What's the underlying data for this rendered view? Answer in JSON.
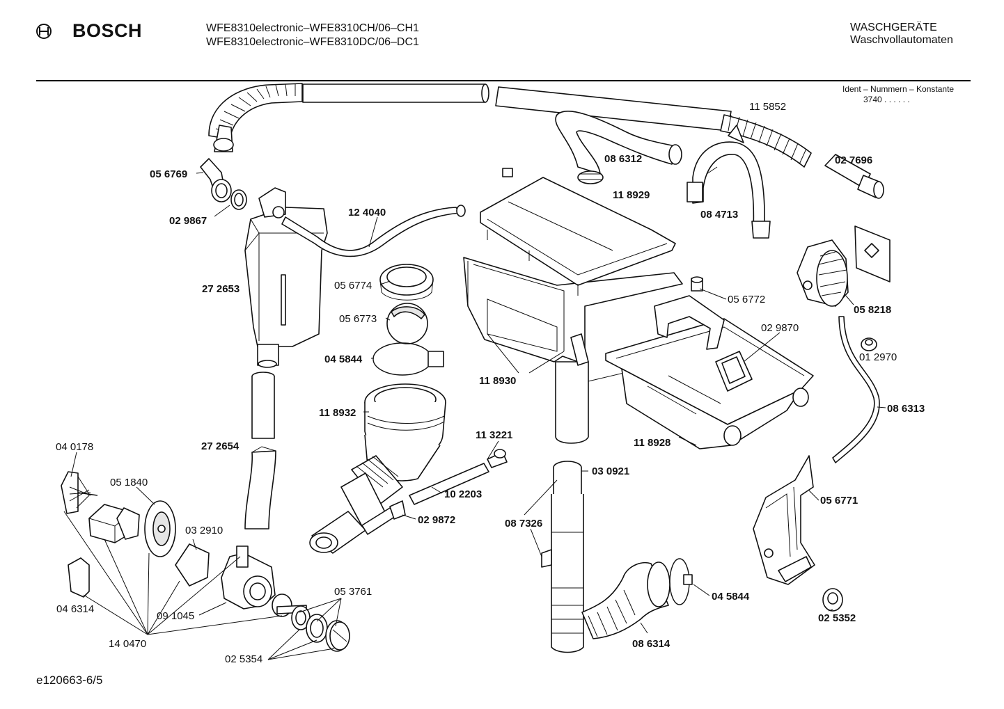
{
  "header": {
    "brand": "BOSCH",
    "model_line_1": "WFE8310electronic–WFE8310CH/06–CH1",
    "model_line_2": "WFE8310electronic–WFE8310DC/06–DC1",
    "category_line_1": "WASCHGERÄTE",
    "category_line_2": "Waschvollautomaten",
    "ident_label": "Ident – Nummern – Konstante",
    "ident_value": "3740 . . . . . ."
  },
  "footer": {
    "doc_id": "e120663-6/5"
  },
  "part_labels": [
    "11 5852",
    "02 7696",
    "08 6312",
    "08 4713",
    "11 8929",
    "05 6769",
    "02 9867",
    "12 4040",
    "27 2653",
    "05 6774",
    "05 6773",
    "04 5844",
    "11 8932",
    "11 8930",
    "05 6772",
    "02 9870",
    "05 8218",
    "01 2970",
    "08 6313",
    "11 8928",
    "27 2654",
    "11 3221",
    "10 2203",
    "02 9872",
    "03 0921",
    "08 7326",
    "05 6771",
    "04 0178",
    "05 1840",
    "03 2910",
    "04 6314",
    "09 1045",
    "05 3761",
    "14 0470",
    "02 5354",
    "04 5844",
    "08 6314",
    "02 5352"
  ]
}
